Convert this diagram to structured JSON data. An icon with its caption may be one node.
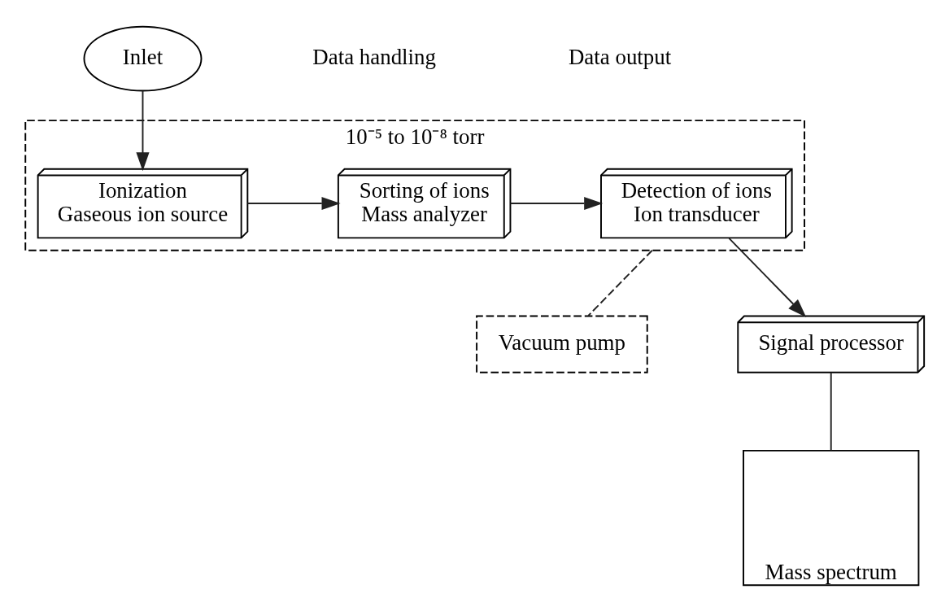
{
  "diagram": {
    "nodes": [
      {
        "text": [
          "10⁻⁵ to 10⁻⁸ torr"
        ]
      },
      {
        "text": [
          "Ionization",
          "Gaseous ion source"
        ],
        "in": 0
      },
      {
        "text": [
          "Sorting of ions",
          "Mass analyzer"
        ],
        "in": 0
      },
      {
        "text": [
          "Detection of ions",
          "Ion transducer"
        ],
        "in": 0
      },
      {
        "text": [
          "Vacuum pump"
        ]
      },
      {
        "text": [
          "Inlet"
        ]
      },
      {
        "text": [
          "Signal processor"
        ]
      },
      {
        "text": [
          "Mass spectrum"
        ]
      }
    ],
    "edges": [
      {
        "from": 5,
        "to": 1,
        "arrow": "to"
      },
      {
        "from": 1,
        "to": 2,
        "arrow": "to"
      },
      {
        "from": 2,
        "to": 3,
        "arrow": "to"
      },
      {
        "from": 3,
        "to": 6,
        "arrow": "to"
      },
      {
        "from": 6,
        "to": 7,
        "arrow": "none"
      },
      {
        "from": 0,
        "to": 4,
        "arrow": "none",
        "style": "dashed"
      }
    ],
    "labels": [
      "Data handling",
      "Data output"
    ]
  }
}
